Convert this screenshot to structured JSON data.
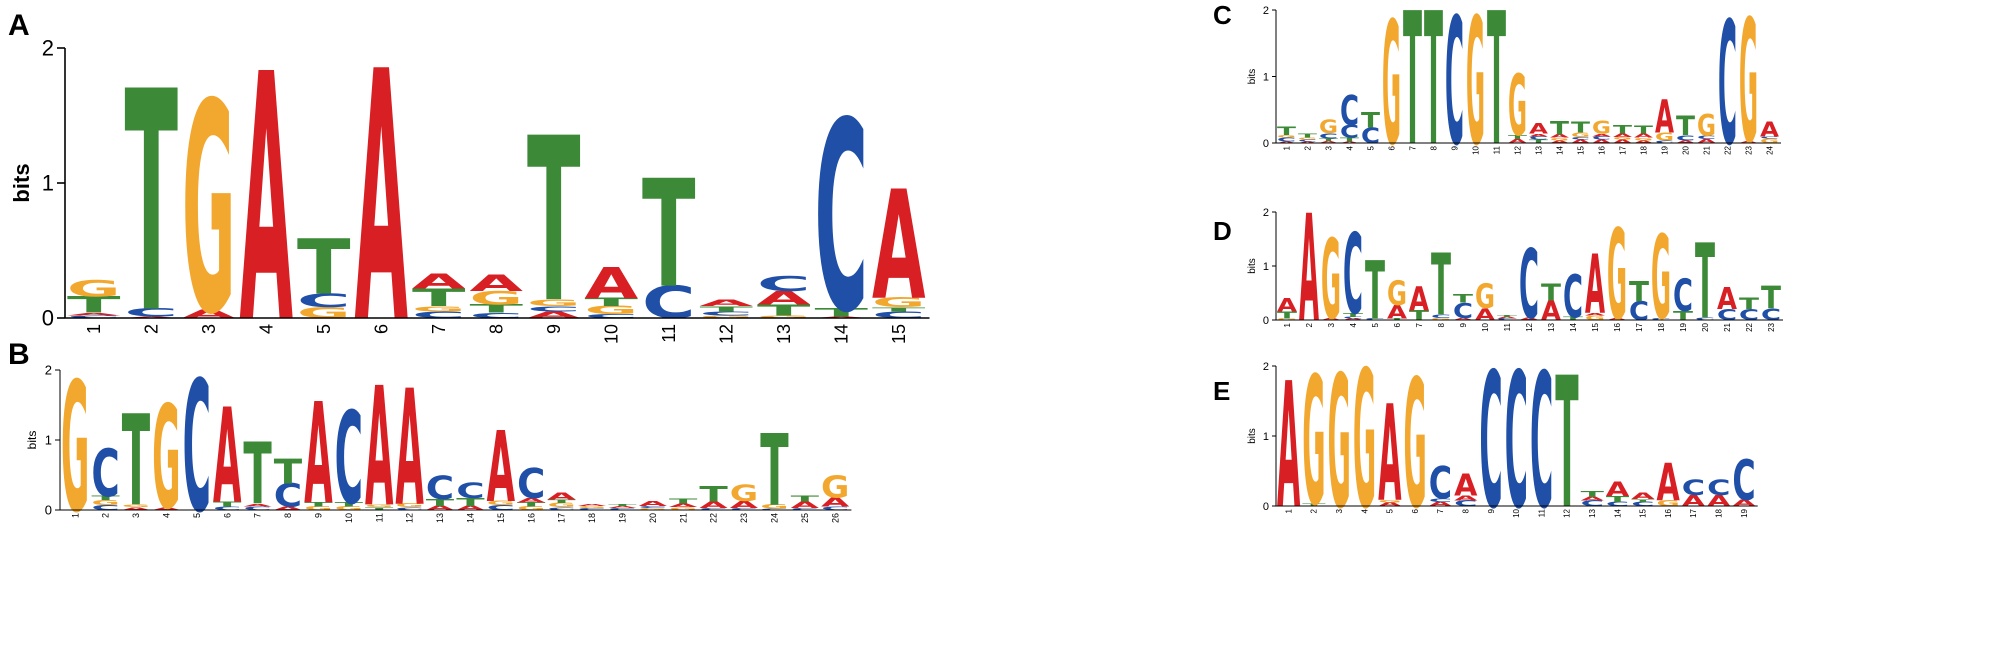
{
  "colors": {
    "A": "#D81F23",
    "C": "#1F4FA6",
    "G": "#F2A72F",
    "T": "#3C8A37"
  },
  "chart_data": [
    {
      "type": "sequence-logo",
      "panel": "A",
      "ylabel": "bits",
      "ylim": [
        0,
        2
      ],
      "yticks": [
        "0",
        "1",
        "2"
      ],
      "positions": [
        [
          [
            "C",
            0.02
          ],
          [
            "A",
            0.02
          ],
          [
            "T",
            0.12
          ],
          [
            "G",
            0.12
          ]
        ],
        [
          [
            "A",
            0.01
          ],
          [
            "C",
            0.06
          ],
          [
            "T",
            1.64
          ]
        ],
        [
          [
            "A",
            0.06
          ],
          [
            "G",
            1.56
          ]
        ],
        [
          [
            "A",
            1.84
          ]
        ],
        [
          [
            "G",
            0.08
          ],
          [
            "C",
            0.1
          ],
          [
            "T",
            0.41
          ]
        ],
        [
          [
            "A",
            1.86
          ]
        ],
        [
          [
            "C",
            0.05
          ],
          [
            "G",
            0.04
          ],
          [
            "T",
            0.13
          ],
          [
            "A",
            0.11
          ]
        ],
        [
          [
            "C",
            0.04
          ],
          [
            "T",
            0.06
          ],
          [
            "G",
            0.1
          ],
          [
            "A",
            0.12
          ]
        ],
        [
          [
            "A",
            0.05
          ],
          [
            "C",
            0.04
          ],
          [
            "G",
            0.05
          ],
          [
            "T",
            1.22
          ]
        ],
        [
          [
            "C",
            0.03
          ],
          [
            "G",
            0.06
          ],
          [
            "T",
            0.06
          ],
          [
            "A",
            0.23
          ]
        ],
        [
          [
            "C",
            0.24
          ],
          [
            "T",
            0.8
          ]
        ],
        [
          [
            "G",
            0.02
          ],
          [
            "C",
            0.03
          ],
          [
            "T",
            0.04
          ],
          [
            "A",
            0.05
          ]
        ],
        [
          [
            "G",
            0.02
          ],
          [
            "T",
            0.08
          ],
          [
            "A",
            0.1
          ],
          [
            "C",
            0.11
          ]
        ],
        [
          [
            "A",
            0.01
          ],
          [
            "T",
            0.06
          ],
          [
            "C",
            1.41
          ]
        ],
        [
          [
            "C",
            0.05
          ],
          [
            "T",
            0.03
          ],
          [
            "G",
            0.07
          ],
          [
            "A",
            0.81
          ]
        ]
      ]
    },
    {
      "type": "sequence-logo",
      "panel": "B",
      "ylabel": "bits",
      "ylim": [
        0,
        2
      ],
      "yticks": [
        "0",
        "1",
        "2"
      ],
      "positions": [
        [
          [
            "G",
            1.86
          ]
        ],
        [
          [
            "C",
            0.07
          ],
          [
            "G",
            0.07
          ],
          [
            "T",
            0.06
          ],
          [
            "C",
            0.68
          ]
        ],
        [
          [
            "A",
            0.04
          ],
          [
            "G",
            0.04
          ],
          [
            "T",
            1.3
          ]
        ],
        [
          [
            "A",
            0.04
          ],
          [
            "G",
            1.48
          ]
        ],
        [
          [
            "C",
            1.88
          ]
        ],
        [
          [
            "C",
            0.05
          ],
          [
            "T",
            0.07
          ],
          [
            "A",
            1.36
          ]
        ],
        [
          [
            "C",
            0.05
          ],
          [
            "A",
            0.04
          ],
          [
            "T",
            0.88
          ]
        ],
        [
          [
            "A",
            0.05
          ],
          [
            "C",
            0.33
          ],
          [
            "T",
            0.35
          ]
        ],
        [
          [
            "G",
            0.05
          ],
          [
            "T",
            0.06
          ],
          [
            "A",
            1.45
          ]
        ],
        [
          [
            "G",
            0.05
          ],
          [
            "T",
            0.06
          ],
          [
            "C",
            1.32
          ]
        ],
        [
          [
            "T",
            0.04
          ],
          [
            "G",
            0.04
          ],
          [
            "A",
            1.71
          ]
        ],
        [
          [
            "C",
            0.04
          ],
          [
            "G",
            0.05
          ],
          [
            "A",
            1.66
          ]
        ],
        [
          [
            "A",
            0.06
          ],
          [
            "T",
            0.1
          ],
          [
            "C",
            0.33
          ]
        ],
        [
          [
            "A",
            0.06
          ],
          [
            "T",
            0.11
          ],
          [
            "C",
            0.22
          ]
        ],
        [
          [
            "C",
            0.07
          ],
          [
            "G",
            0.06
          ],
          [
            "A",
            1.01
          ]
        ],
        [
          [
            "G",
            0.05
          ],
          [
            "T",
            0.06
          ],
          [
            "A",
            0.06
          ],
          [
            "C",
            0.43
          ]
        ],
        [
          [
            "C",
            0.04
          ],
          [
            "G",
            0.06
          ],
          [
            "T",
            0.05
          ],
          [
            "A",
            0.1
          ]
        ],
        [
          [
            "C",
            0.03
          ],
          [
            "G",
            0.03
          ],
          [
            "A",
            0.03
          ]
        ],
        [
          [
            "C",
            0.03
          ],
          [
            "A",
            0.03
          ],
          [
            "T",
            0.03
          ]
        ],
        [
          [
            "G",
            0.03
          ],
          [
            "C",
            0.03
          ],
          [
            "A",
            0.07
          ]
        ],
        [
          [
            "G",
            0.04
          ],
          [
            "A",
            0.05
          ],
          [
            "T",
            0.07
          ]
        ],
        [
          [
            "C",
            0.03
          ],
          [
            "A",
            0.09
          ],
          [
            "T",
            0.22
          ]
        ],
        [
          [
            "C",
            0.03
          ],
          [
            "A",
            0.1
          ],
          [
            "G",
            0.23
          ]
        ],
        [
          [
            "C",
            0.02
          ],
          [
            "G",
            0.06
          ],
          [
            "T",
            1.02
          ]
        ],
        [
          [
            "C",
            0.03
          ],
          [
            "A",
            0.09
          ],
          [
            "T",
            0.08
          ]
        ],
        [
          [
            "C",
            0.05
          ],
          [
            "A",
            0.13
          ],
          [
            "G",
            0.32
          ]
        ]
      ]
    },
    {
      "type": "sequence-logo",
      "panel": "C",
      "ylabel": "bits",
      "ylim": [
        0,
        2
      ],
      "yticks": [
        "0",
        "1",
        "2"
      ],
      "positions": [
        [
          [
            "A",
            0.02
          ],
          [
            "C",
            0.06
          ],
          [
            "G",
            0.04
          ],
          [
            "T",
            0.13
          ]
        ],
        [
          [
            "A",
            0.02
          ],
          [
            "C",
            0.03
          ],
          [
            "G",
            0.03
          ],
          [
            "T",
            0.06
          ]
        ],
        [
          [
            "A",
            0.03
          ],
          [
            "T",
            0.04
          ],
          [
            "C",
            0.08
          ],
          [
            "G",
            0.2
          ]
        ],
        [
          [
            "A",
            0.02
          ],
          [
            "T",
            0.06
          ],
          [
            "C",
            0.19
          ],
          [
            "C",
            0.45
          ]
        ],
        [
          [
            "C",
            0.23
          ],
          [
            "T",
            0.23
          ]
        ],
        [
          [
            "G",
            1.86
          ]
        ],
        [
          [
            "T",
            2.0
          ]
        ],
        [
          [
            "T",
            2.0
          ]
        ],
        [
          [
            "C",
            1.92
          ]
        ],
        [
          [
            "G",
            1.92
          ]
        ],
        [
          [
            "T",
            2.0
          ]
        ],
        [
          [
            "A",
            0.06
          ],
          [
            "T",
            0.06
          ],
          [
            "G",
            0.92
          ]
        ],
        [
          [
            "T",
            0.05
          ],
          [
            "C",
            0.05
          ],
          [
            "A",
            0.04
          ],
          [
            "A",
            0.16
          ]
        ],
        [
          [
            "A",
            0.04
          ],
          [
            "G",
            0.04
          ],
          [
            "A",
            0.05
          ],
          [
            "T",
            0.2
          ]
        ],
        [
          [
            "A",
            0.05
          ],
          [
            "C",
            0.04
          ],
          [
            "G",
            0.07
          ],
          [
            "T",
            0.17
          ]
        ],
        [
          [
            "A",
            0.05
          ],
          [
            "C",
            0.05
          ],
          [
            "A",
            0.04
          ],
          [
            "G",
            0.19
          ]
        ],
        [
          [
            "A",
            0.05
          ],
          [
            "G",
            0.04
          ],
          [
            "A",
            0.05
          ],
          [
            "T",
            0.13
          ]
        ],
        [
          [
            "A",
            0.04
          ],
          [
            "G",
            0.04
          ],
          [
            "A",
            0.06
          ],
          [
            "T",
            0.12
          ]
        ],
        [
          [
            "C",
            0.04
          ],
          [
            "G",
            0.12
          ],
          [
            "A",
            0.5
          ]
        ],
        [
          [
            "A",
            0.04
          ],
          [
            "C",
            0.08
          ],
          [
            "T",
            0.29
          ]
        ],
        [
          [
            "A",
            0.06
          ],
          [
            "C",
            0.05
          ],
          [
            "G",
            0.32
          ]
        ],
        [
          [
            "C",
            1.86
          ]
        ],
        [
          [
            "A",
            0.03
          ],
          [
            "G",
            1.86
          ]
        ],
        [
          [
            "G",
            0.07
          ],
          [
            "C",
            0.03
          ],
          [
            "A",
            0.22
          ]
        ]
      ]
    },
    {
      "type": "sequence-logo",
      "panel": "D",
      "ylabel": "bits",
      "ylim": [
        0,
        2
      ],
      "yticks": [
        "0",
        "1",
        "2"
      ],
      "positions": [
        [
          [
            "G",
            0.03
          ],
          [
            "T",
            0.13
          ],
          [
            "A",
            0.25
          ]
        ],
        [
          [
            "A",
            1.99
          ]
        ],
        [
          [
            "A",
            0.04
          ],
          [
            "G",
            1.48
          ]
        ],
        [
          [
            "A",
            0.03
          ],
          [
            "C",
            0.03
          ],
          [
            "T",
            0.07
          ],
          [
            "C",
            1.5
          ]
        ],
        [
          [
            "C",
            0.03
          ],
          [
            "T",
            1.08
          ]
        ],
        [
          [
            "T",
            0.03
          ],
          [
            "A",
            0.25
          ],
          [
            "G",
            0.46
          ]
        ],
        [
          [
            "T",
            0.18
          ],
          [
            "A",
            0.45
          ]
        ],
        [
          [
            "G",
            0.04
          ],
          [
            "C",
            0.06
          ],
          [
            "T",
            1.15
          ]
        ],
        [
          [
            "A",
            0.04
          ],
          [
            "C",
            0.28
          ],
          [
            "T",
            0.15
          ]
        ],
        [
          [
            "A",
            0.22
          ],
          [
            "G",
            0.46
          ]
        ],
        [
          [
            "C",
            0.03
          ],
          [
            "A",
            0.03
          ],
          [
            "T",
            0.04
          ]
        ],
        [
          [
            "A",
            0.05
          ],
          [
            "C",
            1.29
          ]
        ],
        [
          [
            "A",
            0.36
          ],
          [
            "T",
            0.31
          ]
        ],
        [
          [
            "T",
            0.06
          ],
          [
            "C",
            0.79
          ]
        ],
        [
          [
            "G",
            0.08
          ],
          [
            "A",
            0.05
          ],
          [
            "A",
            1.1
          ]
        ],
        [
          [
            "A",
            0.04
          ],
          [
            "G",
            1.68
          ]
        ],
        [
          [
            "C",
            0.35
          ],
          [
            "T",
            0.37
          ]
        ],
        [
          [
            "C",
            0.04
          ],
          [
            "G",
            1.55
          ]
        ],
        [
          [
            "T",
            0.17
          ],
          [
            "C",
            0.6
          ]
        ],
        [
          [
            "C",
            0.05
          ],
          [
            "T",
            1.39
          ]
        ],
        [
          [
            "C",
            0.2
          ],
          [
            "A",
            0.41
          ]
        ],
        [
          [
            "C",
            0.2
          ],
          [
            "T",
            0.22
          ]
        ],
        [
          [
            "C",
            0.21
          ],
          [
            "T",
            0.42
          ]
        ]
      ]
    },
    {
      "type": "sequence-logo",
      "panel": "E",
      "ylabel": "bits",
      "ylim": [
        0,
        2
      ],
      "yticks": [
        "0",
        "1",
        "2"
      ],
      "positions": [
        [
          [
            "A",
            1.8
          ]
        ],
        [
          [
            "T",
            0.04
          ],
          [
            "G",
            1.84
          ]
        ],
        [
          [
            "G",
            1.9
          ]
        ],
        [
          [
            "G",
            1.97
          ]
        ],
        [
          [
            "A",
            0.05
          ],
          [
            "G",
            0.04
          ],
          [
            "A",
            1.38
          ]
        ],
        [
          [
            "G",
            1.84
          ]
        ],
        [
          [
            "A",
            0.06
          ],
          [
            "C",
            0.05
          ],
          [
            "C",
            0.46
          ]
        ],
        [
          [
            "C",
            0.08
          ],
          [
            "A",
            0.07
          ],
          [
            "A",
            0.32
          ]
        ],
        [
          [
            "C",
            1.94
          ]
        ],
        [
          [
            "C",
            1.94
          ]
        ],
        [
          [
            "C",
            1.93
          ]
        ],
        [
          [
            "T",
            1.88
          ]
        ],
        [
          [
            "C",
            0.08
          ],
          [
            "A",
            0.05
          ],
          [
            "T",
            0.08
          ]
        ],
        [
          [
            "C",
            0.06
          ],
          [
            "T",
            0.08
          ],
          [
            "A",
            0.2
          ]
        ],
        [
          [
            "C",
            0.06
          ],
          [
            "T",
            0.04
          ],
          [
            "A",
            0.09
          ]
        ],
        [
          [
            "G",
            0.08
          ],
          [
            "A",
            0.54
          ]
        ],
        [
          [
            "A",
            0.16
          ],
          [
            "C",
            0.22
          ]
        ],
        [
          [
            "A",
            0.16
          ],
          [
            "C",
            0.22
          ]
        ],
        [
          [
            "A",
            0.09
          ],
          [
            "C",
            0.58
          ]
        ]
      ]
    }
  ]
}
